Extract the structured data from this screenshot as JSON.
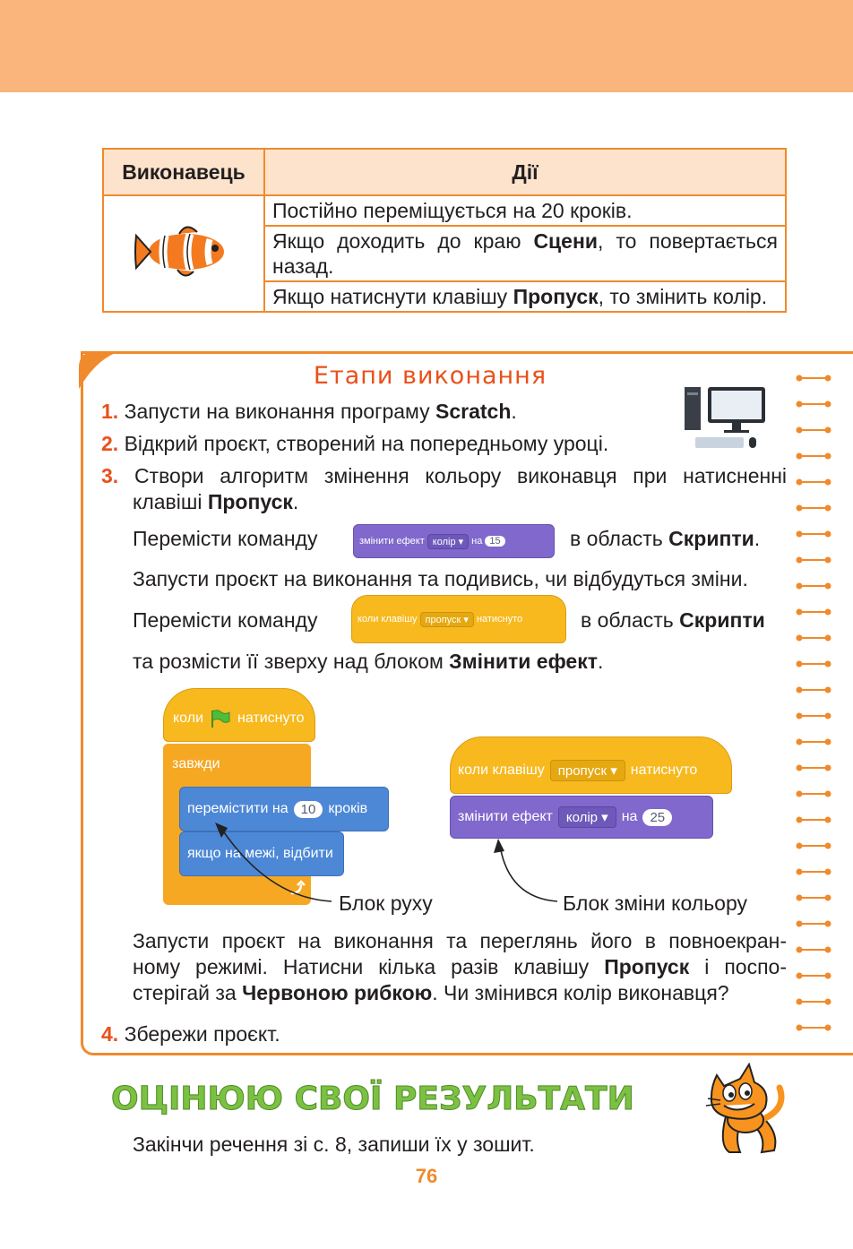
{
  "table": {
    "headers": [
      "Виконавець",
      "Дії"
    ],
    "row1": {
      "text": "Постійно переміщується на 20 кроків."
    },
    "row2": {
      "pre": "Якщо доходить до краю ",
      "bold": "Сцени",
      "post": ", то повертається назад."
    },
    "row3": {
      "pre": "Якщо натиснути клавішу ",
      "bold": "Пропуск",
      "post": ", то змінить колір."
    }
  },
  "stages": {
    "title": "Етапи виконання",
    "s1": {
      "num": "1.",
      "pre": " Запусти на виконання програму ",
      "bold": "Scratch",
      "post": "."
    },
    "s2": {
      "num": "2.",
      "text": " Відкрий проєкт, створений на попередньому уроці."
    },
    "s3": {
      "num": "3.",
      "line1": " Створи алгоритм змінення кольору виконавця при натисненні",
      "line2pre": "клавіші ",
      "line2bold": "Пропуск",
      "line2post": "."
    },
    "move1": {
      "pre": "Перемісти команду",
      "post": "в область ",
      "bold": "Скрипти",
      "end": "."
    },
    "run1": "Запусти проєкт на виконання та подивись, чи відбудуться зміни.",
    "move2": {
      "pre": "Перемісти команду",
      "post": "в область ",
      "bold": "Скрипти"
    },
    "place": {
      "pre": "та розмісти її зверху над блоком ",
      "bold": "Змінити ефект",
      "post": "."
    },
    "run2": {
      "l1": "Запусти проєкт на виконання та переглянь його в повноекран-",
      "l2pre": "ному режимі. Натисни кілька разів клавішу ",
      "l2bold": "Пропуск",
      "l2post": " і поспо-",
      "l3pre": "стерігай за ",
      "l3bold": "Червоною рибкою",
      "l3post": ". Чи змінився колір виконавця?"
    },
    "s4": {
      "num": "4.",
      "text": " Збережи проєкт."
    }
  },
  "blocks": {
    "inline_effect": {
      "label": "змінити ефект",
      "drop": "колір",
      "on": "на",
      "value": "15"
    },
    "inline_key": {
      "label": "коли клавішу",
      "drop": "пропуск",
      "tail": "натиснуто"
    },
    "motion": {
      "when": "коли",
      "clicked": "натиснуто",
      "forever": "завжди",
      "move": "перемістити на",
      "steps_value": "10",
      "steps": "кроків",
      "bounce": "якщо на межі, відбити"
    },
    "color": {
      "when_key": "коли клавішу",
      "key": "пропуск",
      "pressed": "натиснуто",
      "effect": "змінити ефект",
      "effect_drop": "колір",
      "on": "на",
      "value": "25"
    },
    "label_motion": "Блок руху",
    "label_color": "Блок зміни кольору"
  },
  "evaluate": {
    "title": "ОЦІНЮЮ СВОЇ РЕЗУЛЬТАТИ",
    "text": "Закінчи речення зі с. 8, запиши їх у зошит."
  },
  "page_number": "76",
  "colors": {
    "accent": "#f08a2c",
    "number": "#e8511a",
    "band": "#f9b57b",
    "green": "#7bc142"
  }
}
